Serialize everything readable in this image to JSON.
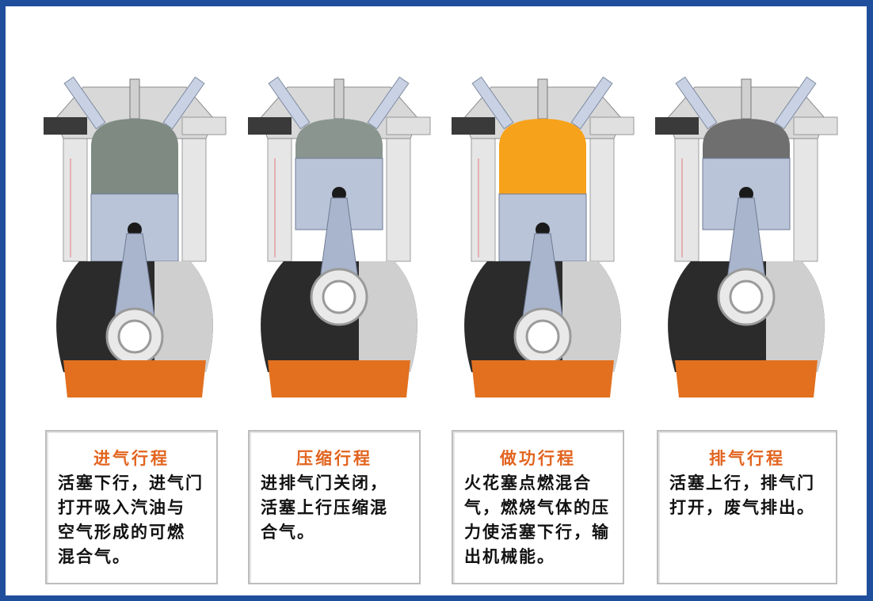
{
  "colors": {
    "frame": "#1f4f9c",
    "title": "#e2641f",
    "oil": "#e2701f",
    "combustion": "#f7a21b",
    "crankcase": "#2b2b2b",
    "piston": "#b9c4d8"
  },
  "strokes": [
    {
      "title": "进气行程",
      "text": "活塞下行，进气门\n打开吸入汽油与\n空气形成的可燃\n混合气。",
      "chamber": "mixture",
      "piston_position": "down"
    },
    {
      "title": "压缩行程",
      "text": "进排气门关闭，\n活塞上行压缩混\n合气。",
      "chamber": "compressed",
      "piston_position": "up"
    },
    {
      "title": "做功行程",
      "text": "火花塞点燃混合\n气，燃烧气体的压\n力使活塞下行，输\n出机械能。",
      "chamber": "combustion",
      "piston_position": "down"
    },
    {
      "title": "排气行程",
      "text": "活塞上行，排气门\n打开，废气排出。",
      "chamber": "exhaust",
      "piston_position": "up"
    }
  ]
}
